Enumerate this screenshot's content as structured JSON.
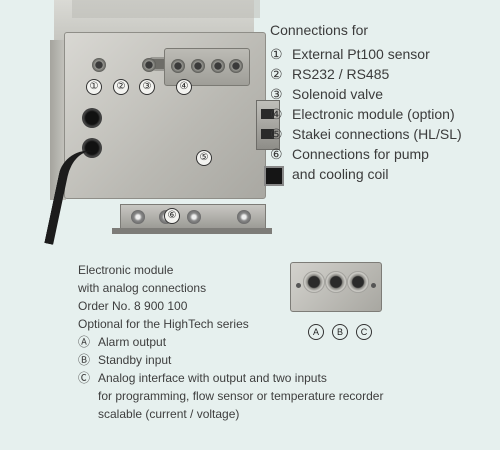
{
  "callout_marks": [
    "①",
    "②",
    "③",
    "④",
    "⑤",
    "⑥"
  ],
  "connections": {
    "title": "Connections for",
    "items": [
      {
        "mark": "①",
        "text": "External Pt100 sensor"
      },
      {
        "mark": "②",
        "text": "RS232 / RS485"
      },
      {
        "mark": "③",
        "text": "Solenoid valve"
      },
      {
        "mark": "④",
        "text": "Electronic module (option)"
      },
      {
        "mark": "⑤",
        "text": "Stakei connections (HL/SL)"
      },
      {
        "mark": "⑥",
        "text": "Connections for pump",
        "continuation": "and cooling coil"
      }
    ]
  },
  "module": {
    "lines": [
      "Electronic module",
      "with analog connections",
      "Order No. 8 900 100",
      "Optional for the HighTech series"
    ],
    "items": [
      {
        "mark": "Ⓐ",
        "text": "Alarm output"
      },
      {
        "mark": "Ⓑ",
        "text": "Standby input"
      },
      {
        "mark": "Ⓒ",
        "text": "Analog interface with output and two inputs",
        "continuation": [
          "for programming, flow sensor or temperature recorder",
          "scalable (current / voltage)"
        ]
      }
    ],
    "photo_marks": [
      "A",
      "B",
      "C"
    ]
  }
}
